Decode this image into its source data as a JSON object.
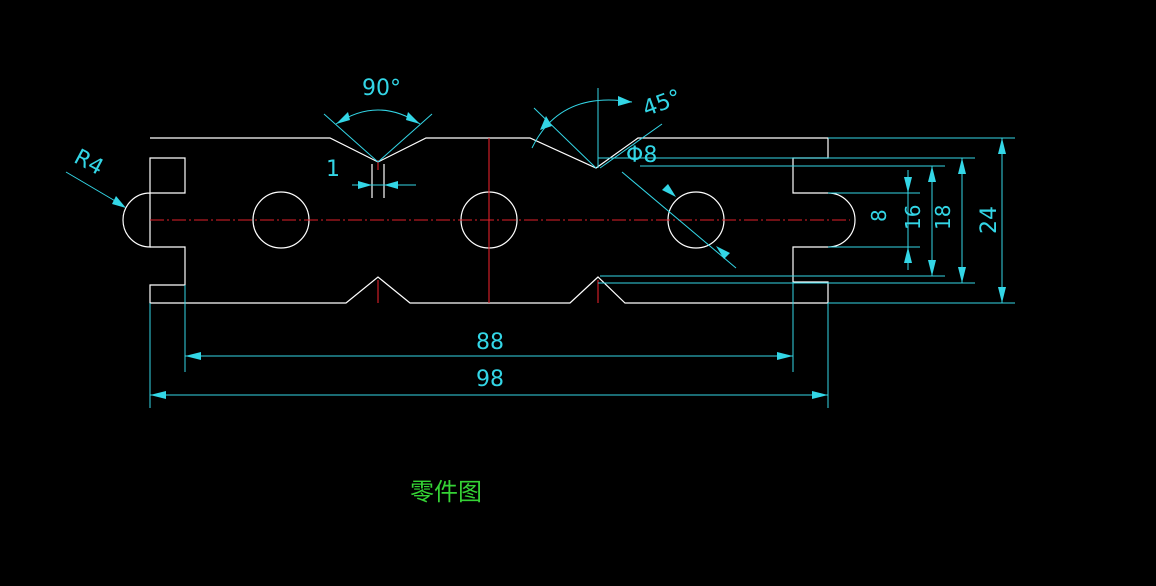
{
  "canvas": {
    "background": "#000000"
  },
  "colors": {
    "part_outline": "#ffffff",
    "center_line": "#e0202a",
    "dimension": "#33d6e6",
    "caption": "#35d235"
  },
  "dimensions": {
    "angle_notch": "90°",
    "angle_chamfer": "45°",
    "slot_width": "1",
    "end_radius": "R4",
    "hole_diameter": "Φ8",
    "inner_length": "88",
    "overall_length": "98",
    "height_8": "8",
    "height_16": "16",
    "height_18": "18",
    "height_24": "24"
  },
  "caption": "零件图"
}
